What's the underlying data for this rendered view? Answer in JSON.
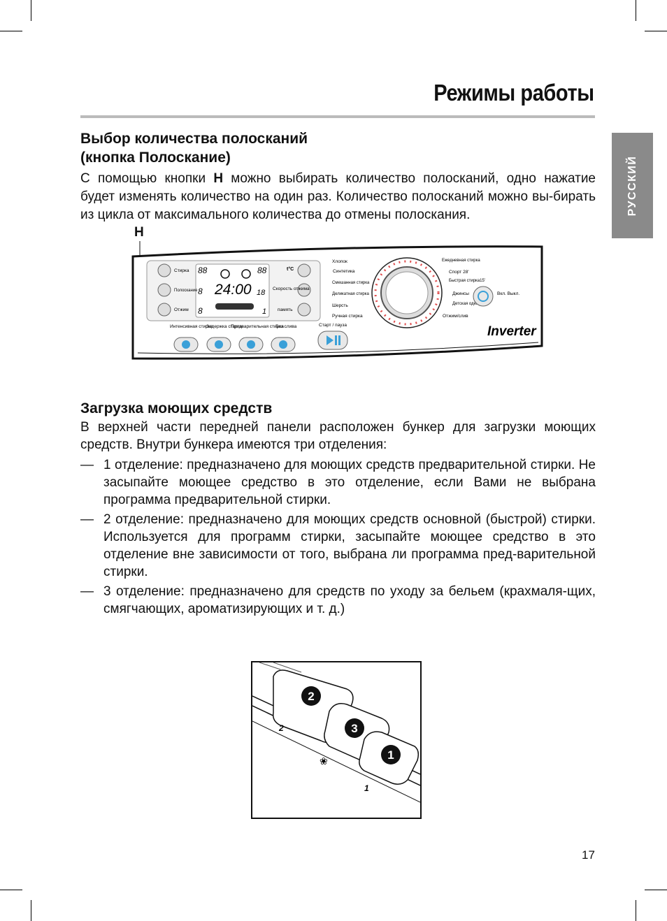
{
  "header": {
    "title": "Режимы работы",
    "language_tab": "РУССКИЙ"
  },
  "section1": {
    "heading_line1": "Выбор количества полосканий",
    "heading_line2": "(кнопка Полоскание)",
    "para_before_bold": "С помощью кнопки ",
    "para_bold": "H",
    "para_after_bold": " можно выбирать количество полосканий, одно нажатие будет изменять количество на один раз. Количество полосканий можно вы-бирать из цикла от максимального количества до отмены полоскания."
  },
  "figure1": {
    "callout_label": "H",
    "left_buttons": [
      "Стирка",
      "Полоскание",
      "Отжим"
    ],
    "display_left_digits": [
      "88",
      "8",
      "8"
    ],
    "display_time": "24:00",
    "display_right_digits": [
      "88",
      "18",
      "1"
    ],
    "right_buttons": [
      "t°C",
      "Скорость отжима",
      "память"
    ],
    "bottom_buttons": [
      "Интенсивная стирка",
      "Задержка старта",
      "Предварительная стирка",
      "Без слива"
    ],
    "start_pause": "Старт / пауза",
    "programs_left": [
      "Хлопок",
      "Синтетика",
      "Смешанная стирка",
      "Деликатная стирка",
      "Шерсть",
      "Ручная стирка"
    ],
    "programs_right": [
      "Ежедневная стирка",
      "Спорт 28'",
      "Быстрая стирка15'",
      "Джинсы",
      "Детская одежда",
      "Отжим/слив"
    ],
    "power_label": "Вкл. Выкл.",
    "brand": "Inverter"
  },
  "section2": {
    "heading": "Загрузка моющих средств",
    "intro": "В верхней части передней панели расположен бункер для загрузки моющих средств. Внутри бункера имеются три отделения:",
    "items": [
      "1 отделение: предназначено для моющих средств предварительной стирки. Не засыпайте моющее средство в это отделение, если Вами не выбрана программа предварительной стирки.",
      "2 отделение: предназначено для моющих средств основной (быстрой) стирки. Используется для программ стирки, засыпайте моющее средство в это отделение вне зависимости от того, выбрана ли программа пред-варительной стирки.",
      "3 отделение: предназначено для средств по уходу за бельем (крахмаля-щих, смягчающих, ароматизирующих и т. д.)"
    ],
    "dash": "—"
  },
  "figure2": {
    "compartments": [
      "2",
      "3",
      "1"
    ],
    "edge_marks": [
      "2",
      "1"
    ]
  },
  "footer": {
    "page_number": "17"
  }
}
